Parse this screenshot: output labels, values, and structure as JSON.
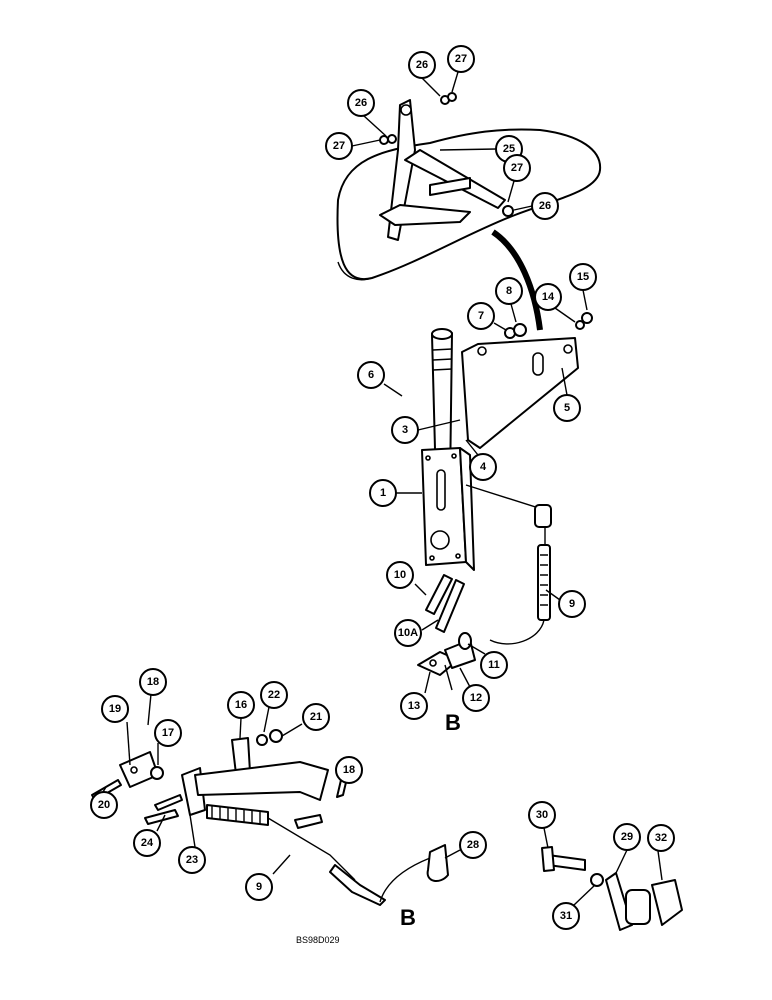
{
  "figure_code": "BS98D029",
  "ref_letter_upper": "B",
  "ref_letter_lower": "B",
  "callouts": [
    "26",
    "27",
    "26",
    "27",
    "25",
    "27",
    "26",
    "15",
    "8",
    "14",
    "7",
    "6",
    "5",
    "3",
    "4",
    "1",
    "10",
    "9",
    "10A",
    "11",
    "12",
    "13",
    "18",
    "19",
    "22",
    "16",
    "21",
    "17",
    "18",
    "20",
    "24",
    "23",
    "28",
    "9",
    "30",
    "29",
    "32",
    "31"
  ]
}
